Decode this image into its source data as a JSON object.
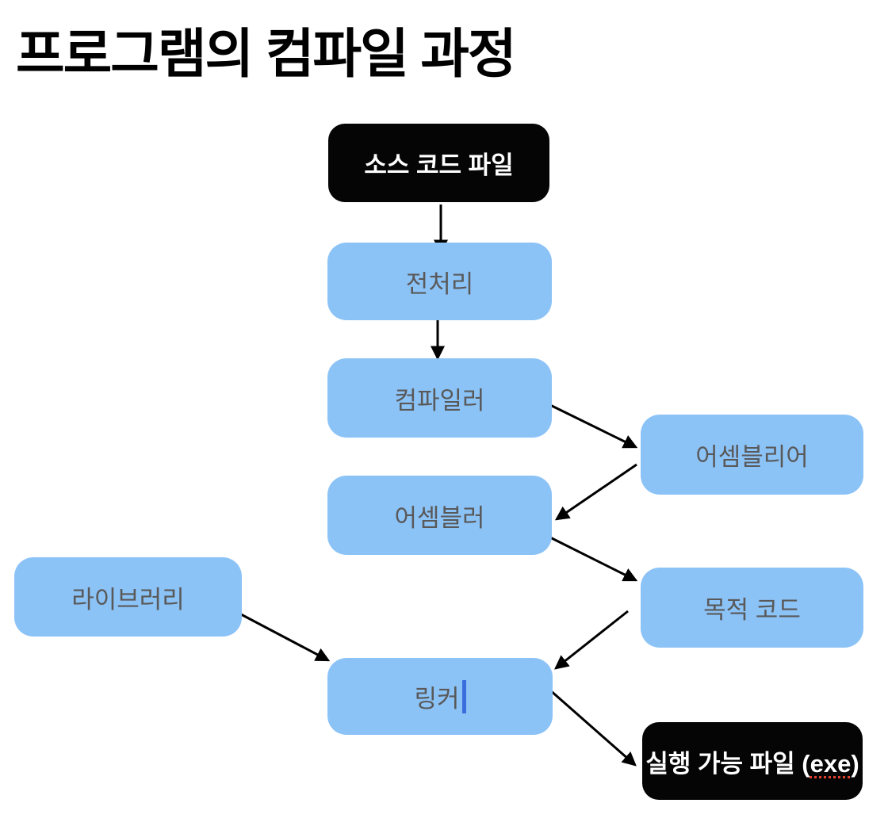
{
  "title": "프로그램의 컴파일 과정",
  "colors": {
    "node_blue": "#8CC3F7",
    "node_black": "#050505",
    "blue_node_text": "#595959",
    "black_node_text": "#FFFFFF",
    "arrow": "#000000",
    "caret": "#3A6EDC",
    "spellcheck_underline": "#E2402F"
  },
  "nodes": [
    {
      "id": "source-code-file",
      "label": "소스 코드 파일",
      "style": "black"
    },
    {
      "id": "preprocessor",
      "label": "전처리",
      "style": "blue"
    },
    {
      "id": "compiler",
      "label": "컴파일러",
      "style": "blue"
    },
    {
      "id": "assembly-language",
      "label": "어셈블리어",
      "style": "blue"
    },
    {
      "id": "assembler",
      "label": "어셈블러",
      "style": "blue"
    },
    {
      "id": "library",
      "label": "라이브러리",
      "style": "blue"
    },
    {
      "id": "object-code",
      "label": "목적 코드",
      "style": "blue"
    },
    {
      "id": "linker",
      "label": "링커",
      "style": "blue",
      "editing": true
    },
    {
      "id": "executable-file",
      "label_prefix": "실행 가능 파일 (",
      "label_misspelled": "exe",
      "label_suffix": ")",
      "style": "black"
    }
  ],
  "edges": [
    {
      "from": "source-code-file",
      "to": "preprocessor"
    },
    {
      "from": "preprocessor",
      "to": "compiler"
    },
    {
      "from": "compiler",
      "to": "assembly-language"
    },
    {
      "from": "assembly-language",
      "to": "assembler"
    },
    {
      "from": "assembler",
      "to": "object-code"
    },
    {
      "from": "object-code",
      "to": "linker"
    },
    {
      "from": "library",
      "to": "linker"
    },
    {
      "from": "linker",
      "to": "executable-file"
    }
  ]
}
